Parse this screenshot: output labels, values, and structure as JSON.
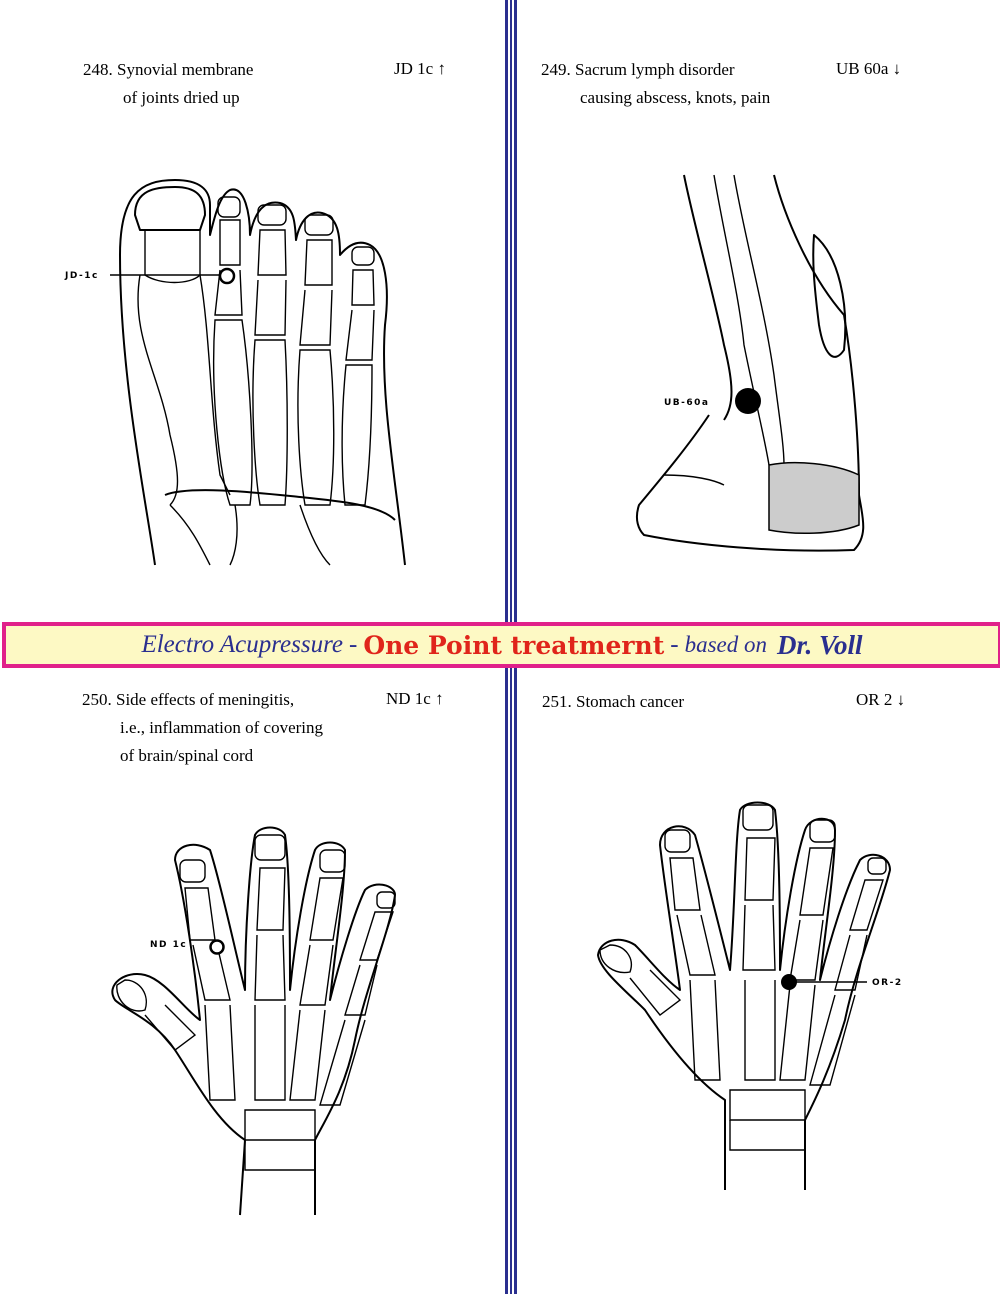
{
  "banner": {
    "part1": "Electro Acupressure",
    "sep1": "-",
    "part2": "One Point treatmernt",
    "sep2": "-",
    "part3": "based on",
    "part4": "Dr. Voll"
  },
  "items": [
    {
      "number": "248.",
      "lines": [
        "Synovial membrane",
        "of joints dried up"
      ],
      "code": "JD 1c",
      "arrow": "↑",
      "point_label": "JD-1c"
    },
    {
      "number": "249.",
      "lines": [
        "Sacrum lymph disorder",
        "causing abscess, knots, pain"
      ],
      "code": "UB 60a",
      "arrow": "↓",
      "point_label": "UB-60a"
    },
    {
      "number": "250.",
      "lines": [
        "Side effects of meningitis,",
        "i.e., inflammation of covering",
        "of brain/spinal cord"
      ],
      "code": "ND 1c",
      "arrow": "↑",
      "point_label": "ND 1c"
    },
    {
      "number": "251.",
      "lines": [
        "Stomach cancer"
      ],
      "code": "OR 2",
      "arrow": "↓",
      "point_label": "OR-2"
    }
  ]
}
